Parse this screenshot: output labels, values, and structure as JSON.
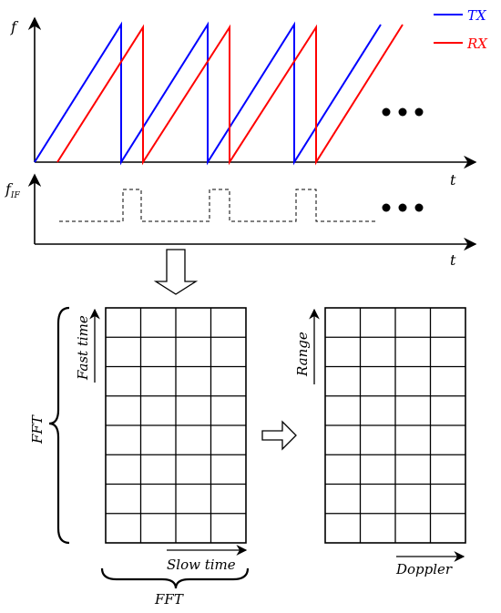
{
  "top_plot": {
    "y_axis_label": "f",
    "x_axis_label": "t",
    "legend": [
      {
        "label": "TX",
        "color": "#0000ff"
      },
      {
        "label": "RX",
        "color": "#ff0000"
      }
    ]
  },
  "if_plot": {
    "y_axis_label": "f",
    "y_axis_subscript": "IF",
    "x_axis_label": "t"
  },
  "left_matrix": {
    "rows": 8,
    "cols": 4,
    "vertical_axis_label": "Fast time",
    "horizontal_axis_label": "Slow time",
    "left_brace_label": "FFT",
    "bottom_brace_label": "FFT"
  },
  "right_matrix": {
    "rows": 8,
    "cols": 4,
    "vertical_axis_label": "Range",
    "horizontal_axis_label": "Doppler"
  },
  "colors": {
    "tx": "#0000ff",
    "rx": "#ff0000",
    "axis": "#000000"
  }
}
